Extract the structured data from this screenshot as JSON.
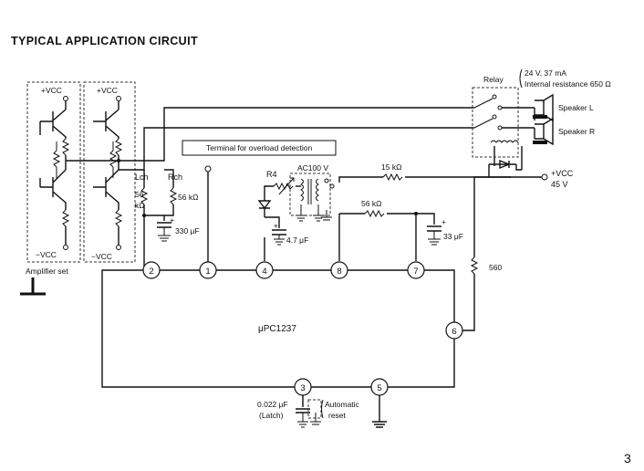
{
  "title": "TYPICAL APPLICATION CIRCUIT",
  "page_number": "3",
  "ic": {
    "name": "μPC1237",
    "pins": {
      "p1": "1",
      "p2": "2",
      "p3": "3",
      "p4": "4",
      "p5": "5",
      "p6": "6",
      "p7": "7",
      "p8": "8"
    }
  },
  "amplifier": {
    "plus_vcc_1": "+VCC",
    "plus_vcc_2": "+VCC",
    "minus_vcc_1": "−VCC",
    "minus_vcc_2": "−VCC",
    "set_label": "Amplifier set"
  },
  "labels": {
    "lch": "Lch",
    "rch": "Rch",
    "r_lch_val": "56",
    "r_lch_unit": "kΩ",
    "r_rch": "56 kΩ",
    "c_330": "330 μF",
    "overload_terminal": "Terminal for overload detection",
    "r4": "R4",
    "ac100": "AC100 V",
    "c_47": "4.7 μF",
    "r_15k": "15 kΩ",
    "r_56k": "56 kΩ",
    "c_33": "33 μF",
    "vcc_out": "+VCC",
    "vcc_volt": "45 V",
    "r_560": "560",
    "c_latch_val": "0.022 μF",
    "c_latch_tag": "(Latch)",
    "auto_reset_1": "Automatic",
    "auto_reset_2": "reset",
    "relay": "Relay",
    "relay_spec_1": "24 V, 37 mA",
    "relay_spec_2": "Internal resistance 650 Ω",
    "speaker_l": "Speaker L",
    "speaker_r": "Speaker R"
  }
}
